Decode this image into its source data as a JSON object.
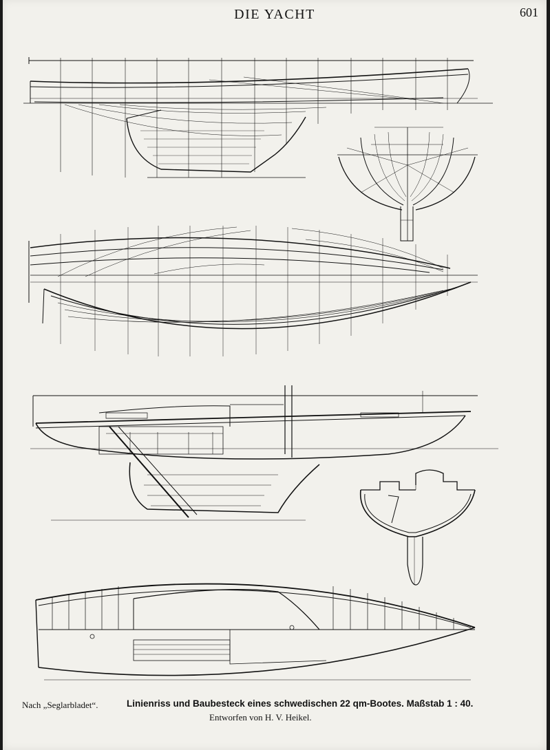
{
  "header": {
    "running_title": "DIE YACHT",
    "page_number": "601"
  },
  "caption": {
    "source": "Nach „Seglarbladet“.",
    "title": "Linienriss und Baubesteck eines schwedischen 22 qm-Bootes. Maßstab 1 : 40.",
    "credit": "Entworfen von H. V. Heikel."
  },
  "colors": {
    "paper": "#f2f1ec",
    "ink": "#111111",
    "margin": "#1a1a1a"
  }
}
